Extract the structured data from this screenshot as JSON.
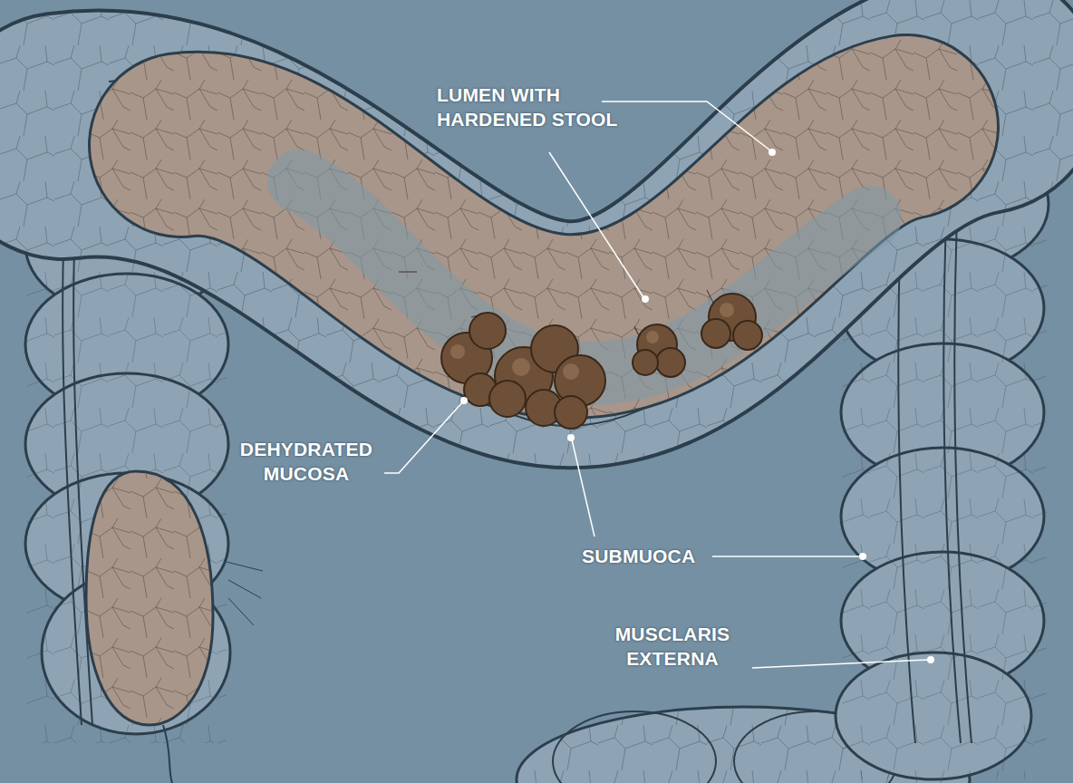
{
  "diagram": {
    "labels": [
      "LUMEN WITH HARDENED STOOL",
      "DEHYDRATED MUCOSA",
      "SUBMUOCA",
      "MUSCLARIS EXTERNA"
    ]
  }
}
